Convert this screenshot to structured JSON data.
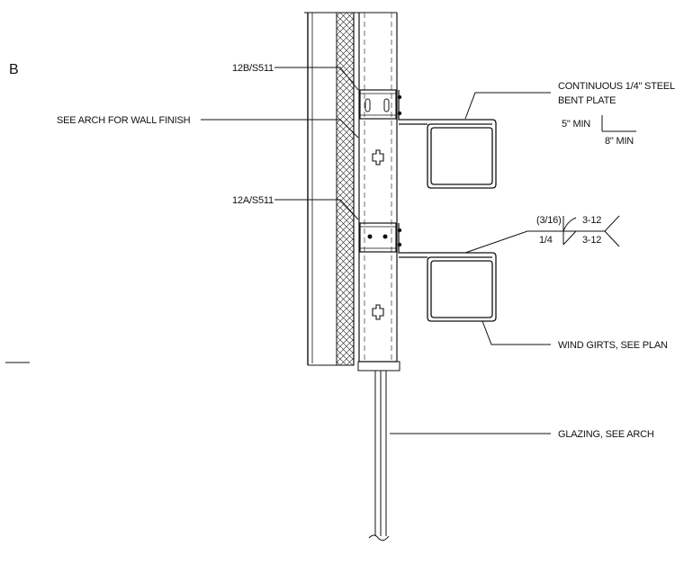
{
  "grid_mark": "B",
  "callouts": {
    "ref_upper": "12B/S511",
    "wall_finish": "SEE ARCH FOR WALL FINISH",
    "ref_lower": "12A/S511",
    "bent_plate_line1": "CONTINUOUS 1/4\" STEEL",
    "bent_plate_line2": "BENT PLATE",
    "dim_vertical": "5\" MIN",
    "dim_horizontal": "8\" MIN",
    "wind_girts": "WIND GIRTS, SEE PLAN",
    "glazing": "GLAZING, SEE ARCH"
  },
  "weld_symbol": {
    "top_size": "(3/16)",
    "bottom_size": "1/4",
    "top_length": "3-12",
    "bottom_length": "3-12"
  }
}
